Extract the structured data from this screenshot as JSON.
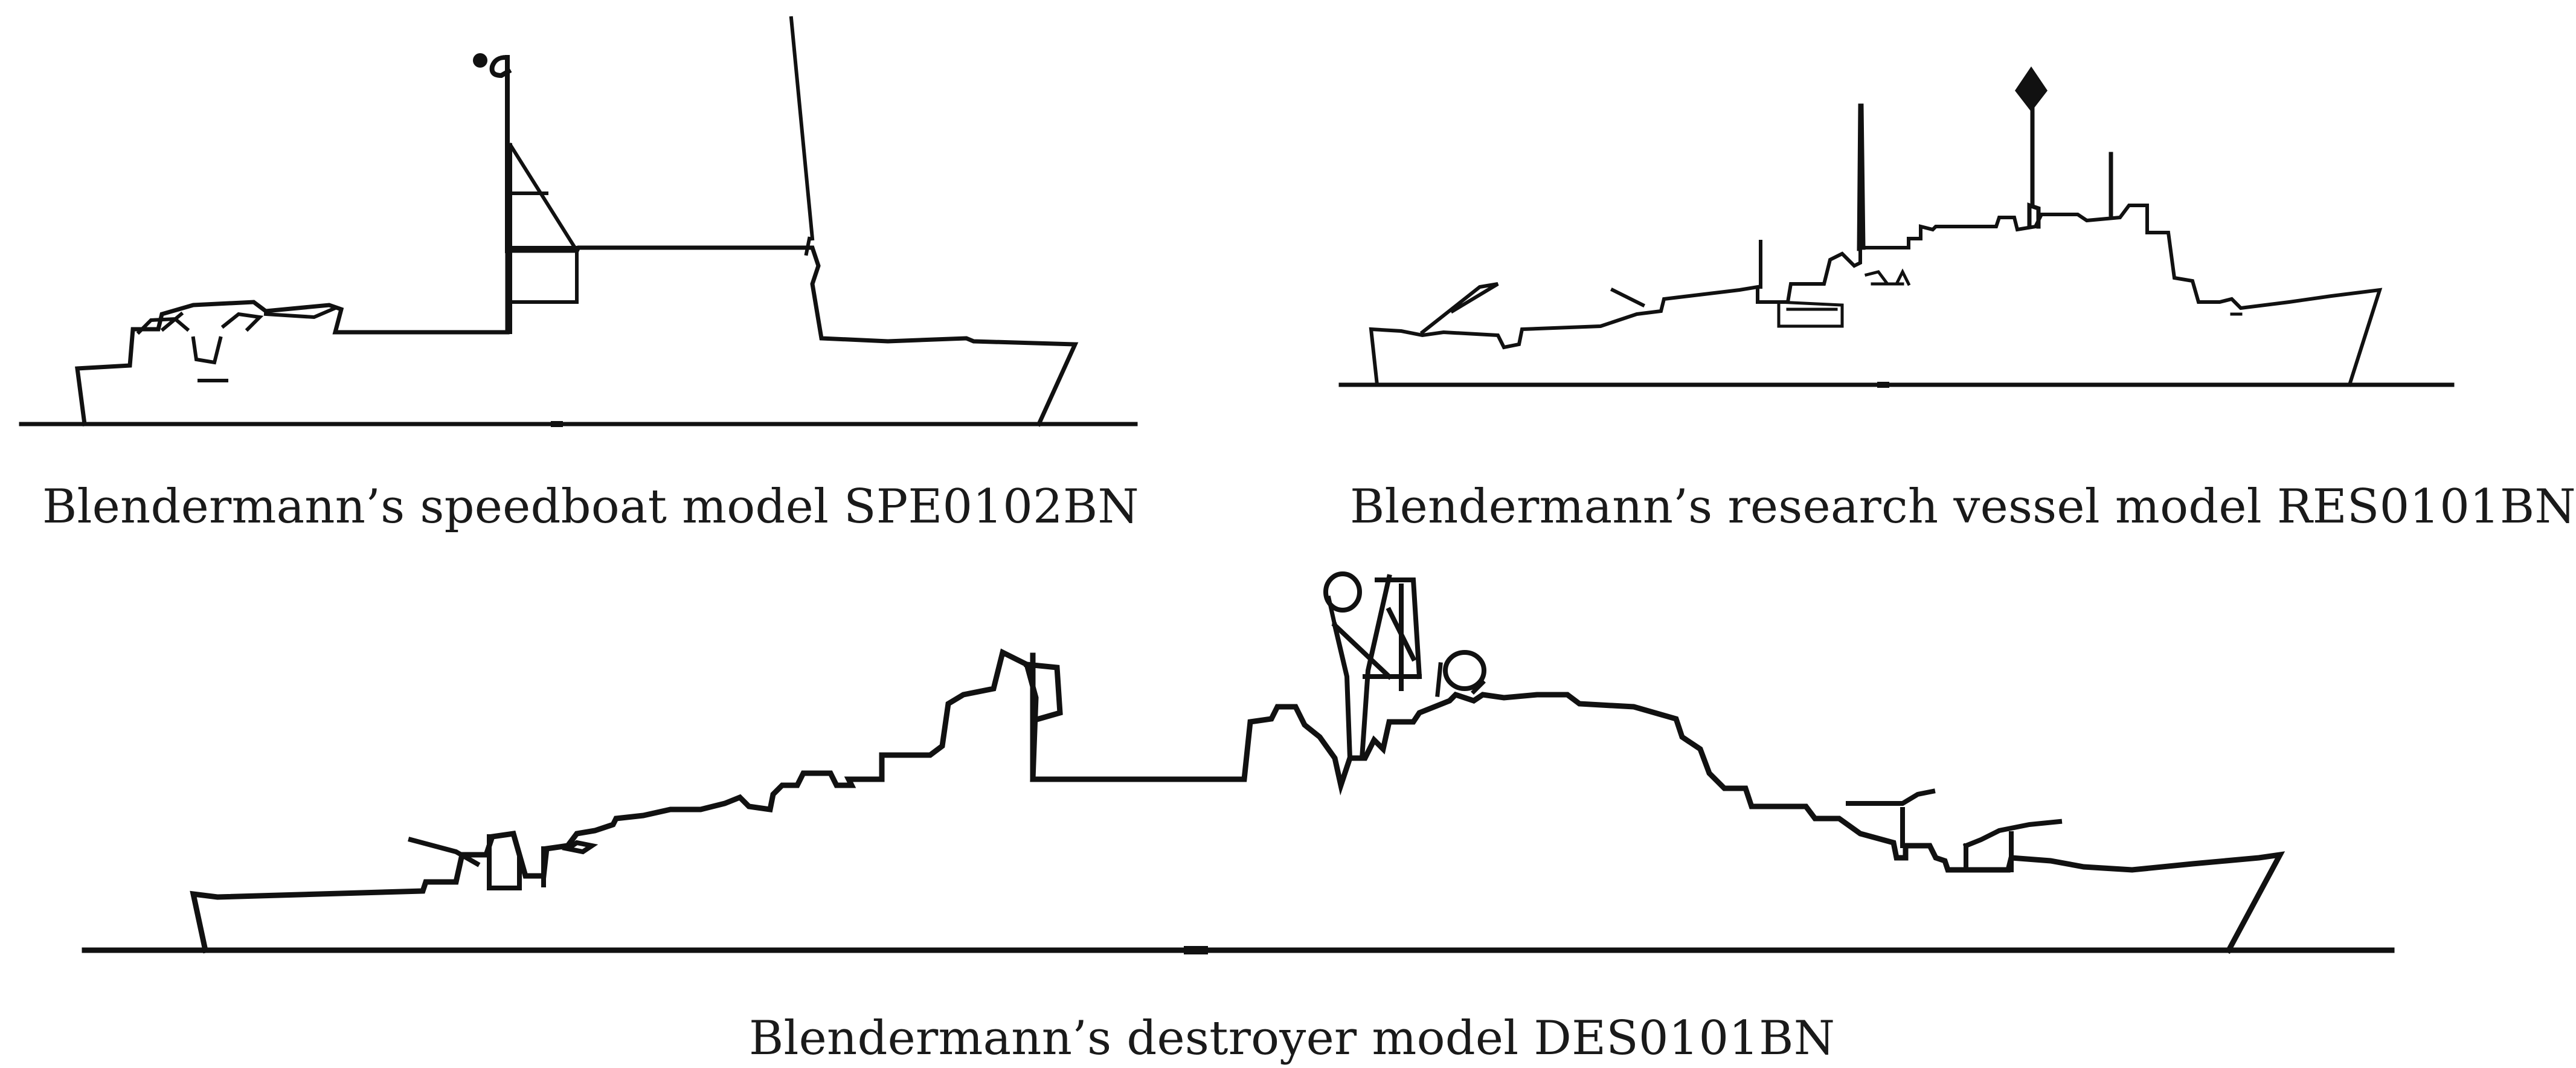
{
  "figure": {
    "colors": {
      "stroke": "#111111",
      "background": "#ffffff",
      "text": "#1a1a1a"
    },
    "panels": [
      {
        "id": "speedboat",
        "caption": "Blendermann’s speedboat model SPE0102BN"
      },
      {
        "id": "research_vessel",
        "caption": "Blendermann’s research vessel model RES0101BN"
      },
      {
        "id": "destroyer",
        "caption": "Blendermann’s destroyer model DES0101BN"
      }
    ]
  }
}
